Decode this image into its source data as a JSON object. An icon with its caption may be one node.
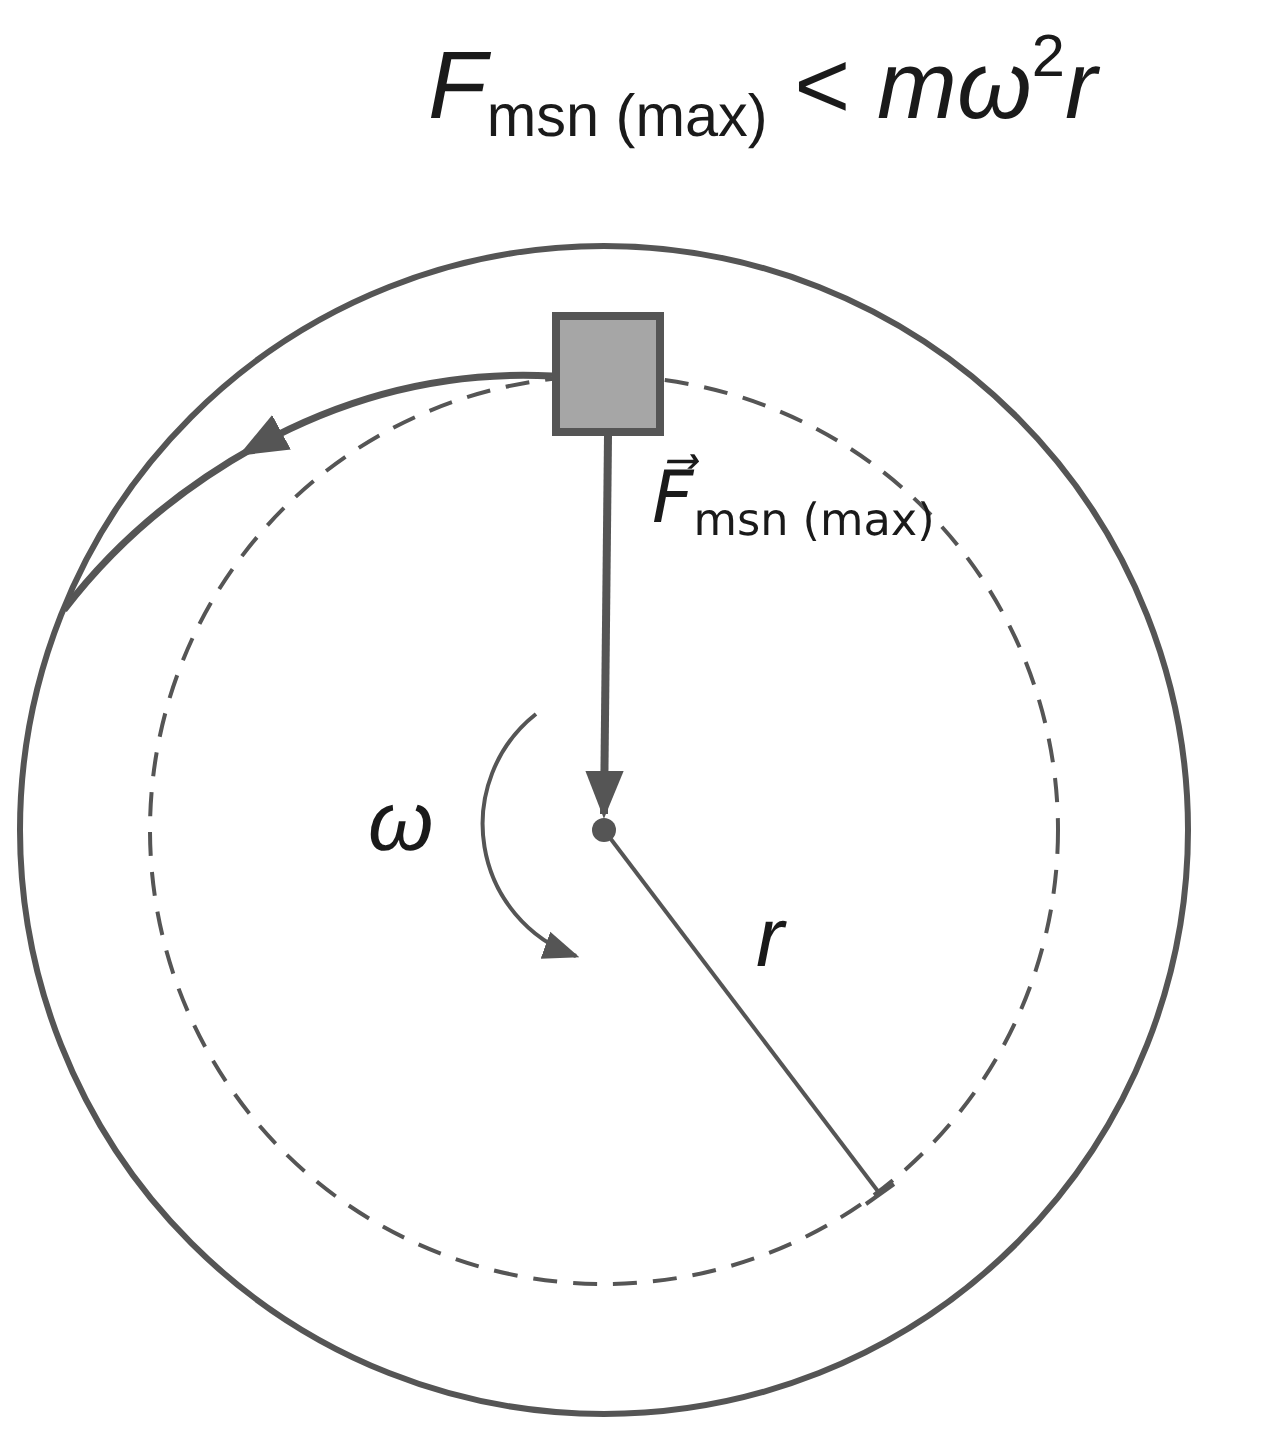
{
  "diagram": {
    "title": "*F*$_{msn (max)}$ < *mω*$^{2}$*r*",
    "nodes": [
      {
        "text": [],
        "shape": "box"
      },
      {
        "text": [],
        "shape": "circle"
      }
    ],
    "edges": [
      {
        "from": 0,
        "to": 1,
        "arrow": "to",
        "label": "*F⃗*$_{msn (max)}$"
      },
      {
        "from": 0,
        "to": null,
        "arrow": "to"
      }
    ],
    "labels": [
      "*ω*",
      "*r*"
    ]
  }
}
